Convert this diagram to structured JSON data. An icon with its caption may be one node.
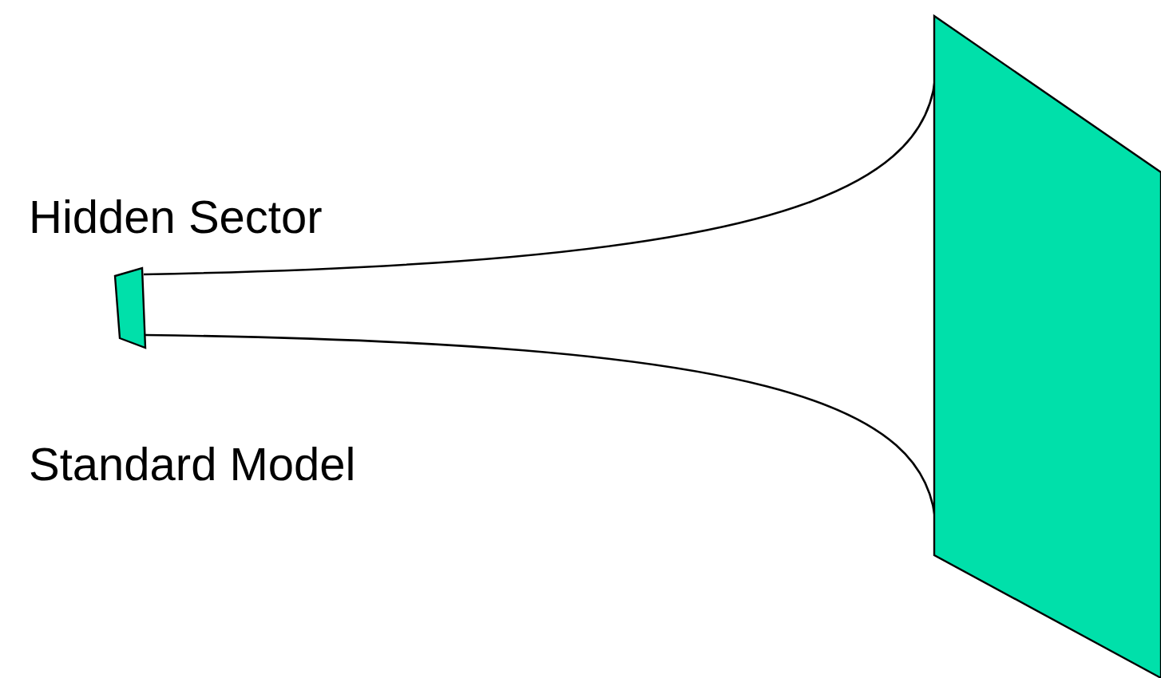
{
  "diagram": {
    "nodes": [
      {
        "text": [],
        "shape": "box"
      },
      {
        "text": [],
        "shape": "box"
      }
    ],
    "edges": [
      {
        "from": 0,
        "to": 1,
        "arrow": "none"
      },
      {
        "from": 0,
        "to": 1,
        "arrow": "none"
      }
    ],
    "labels": [
      "Hidden Sector",
      "Standard Model"
    ]
  }
}
